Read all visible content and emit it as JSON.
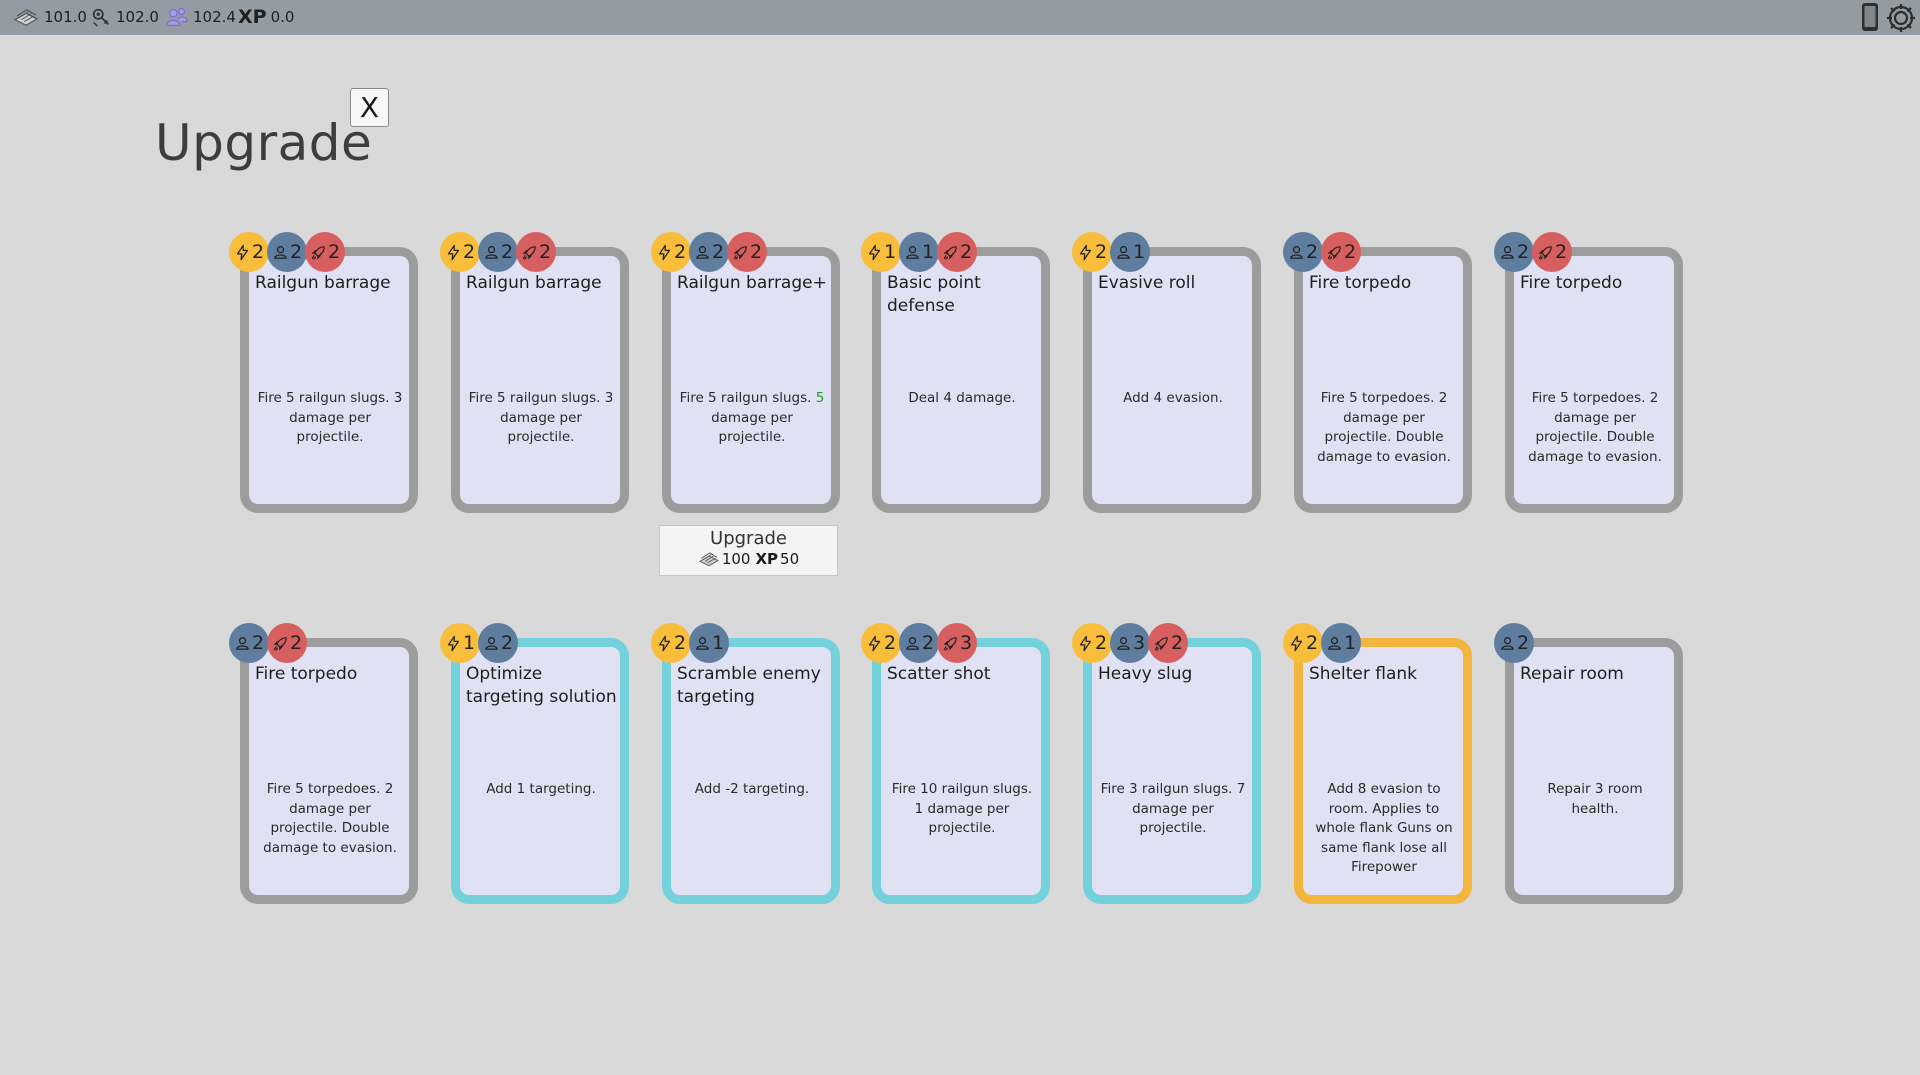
{
  "resources": {
    "metal": "101.0",
    "parts": "102.0",
    "crew": "102.4",
    "xp_label": "XP",
    "xp": "0.0"
  },
  "title": "Upgrade",
  "close_label": "X",
  "upgrade_button": {
    "label": "Upgrade",
    "metal_cost": "100",
    "xp_label": "XP",
    "xp_cost": "50"
  },
  "cards": [
    {
      "name": "Railgun barrage",
      "desc": "Fire 5 railgun slugs. 3 damage per projectile.",
      "energy": "2",
      "crew": "2",
      "fire": "2",
      "style": "gray"
    },
    {
      "name": "Railgun barrage",
      "desc": "Fire 5 railgun slugs. 3 damage per projectile.",
      "energy": "2",
      "crew": "2",
      "fire": "2",
      "style": "gray"
    },
    {
      "name": "Railgun barrage+",
      "desc_pre": "Fire 5 railgun slugs. ",
      "desc_hl": "5",
      "desc_post": " damage per projectile.",
      "energy": "2",
      "crew": "2",
      "fire": "2",
      "style": "gray"
    },
    {
      "name": "Basic point defense",
      "desc": "Deal 4 damage.",
      "energy": "1",
      "crew": "1",
      "fire": "2",
      "style": "gray"
    },
    {
      "name": "Evasive roll",
      "desc": "Add 4 evasion.",
      "energy": "2",
      "crew": "1",
      "style": "gray"
    },
    {
      "name": "Fire torpedo",
      "desc": "Fire 5 torpedoes. 2 damage per projectile. Double damage to evasion.",
      "crew": "2",
      "fire": "2",
      "style": "gray"
    },
    {
      "name": "Fire torpedo",
      "desc": "Fire 5 torpedoes. 2 damage per projectile. Double damage to evasion.",
      "crew": "2",
      "fire": "2",
      "style": "gray"
    },
    {
      "name": "Fire torpedo",
      "desc": "Fire 5 torpedoes. 2 damage per projectile. Double damage to evasion.",
      "crew": "2",
      "fire": "2",
      "style": "gray"
    },
    {
      "name": "Optimize targeting solution",
      "desc": "Add 1 targeting.",
      "energy": "1",
      "crew": "2",
      "style": "cyan"
    },
    {
      "name": "Scramble enemy targeting",
      "desc": "Add -2 targeting.",
      "energy": "2",
      "crew": "1",
      "style": "cyan"
    },
    {
      "name": "Scatter shot",
      "desc": "Fire 10 railgun slugs. 1 damage per projectile.",
      "energy": "2",
      "crew": "2",
      "fire": "3",
      "style": "cyan"
    },
    {
      "name": "Heavy slug",
      "desc": "Fire 3 railgun slugs. 7 damage per projectile.",
      "energy": "2",
      "crew": "3",
      "fire": "2",
      "style": "cyan"
    },
    {
      "name": "Shelter flank",
      "desc": "Add 8 evasion to room. Applies to whole flank Guns on same flank lose all Firepower",
      "energy": "2",
      "crew": "1",
      "style": "orange"
    },
    {
      "name": "Repair room",
      "desc": "Repair 3 room health.",
      "crew": "2",
      "style": "gray"
    }
  ],
  "colors": {
    "energy": "#f7bd3b",
    "crew": "#5f7e9f",
    "fire": "#d85f60",
    "card_bg": "#e0e1f3",
    "border_gray": "#9c9c9c",
    "border_cyan": "#73d1dc",
    "border_orange": "#f2b63e",
    "highlight_green": "#1f9a2f"
  }
}
